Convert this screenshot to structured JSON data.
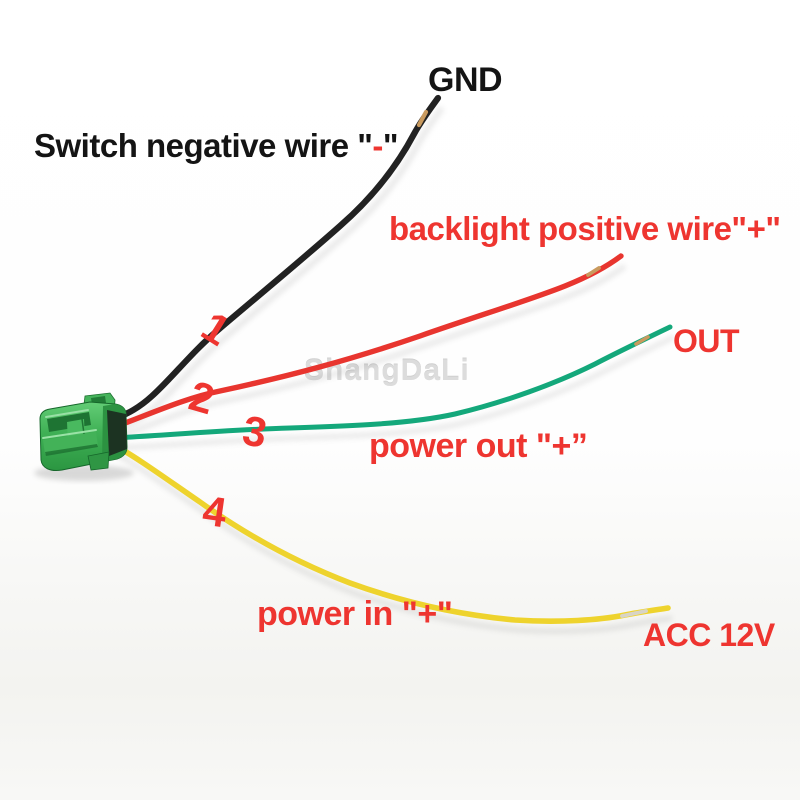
{
  "figure_type": "wiring-harness-annotated-photo",
  "labels": {
    "gnd": "GND",
    "switch_negative_prefix": "Switch negative wire \"",
    "switch_negative_dash": "-",
    "switch_negative_suffix": "\"",
    "backlight": "backlight positive wire\"+\"",
    "out": "OUT",
    "power_out": "power out \"+”",
    "power_in": "power in \"+\"",
    "acc": "ACC 12V"
  },
  "wires": [
    {
      "number": "1",
      "color_name": "black",
      "hex": "#222222",
      "label": "Switch negative wire \"-\"",
      "endpoint": "GND"
    },
    {
      "number": "2",
      "color_name": "red",
      "hex": "#e8352f",
      "label": "backlight positive wire\"+\"",
      "endpoint": ""
    },
    {
      "number": "3",
      "color_name": "green",
      "hex": "#14a87b",
      "label": "power out \"+”",
      "endpoint": "OUT"
    },
    {
      "number": "4",
      "color_name": "yellow",
      "hex": "#eed32d",
      "label": "power in \"+\"",
      "endpoint": "ACC 12V"
    }
  ],
  "watermark": "ShangDaLi",
  "connector": {
    "type": "3-pin-green-plug",
    "color": "green"
  },
  "colors": {
    "label_red": "#ee3530",
    "label_black": "#141414",
    "copper_tip": "#c99a5e",
    "stripped_tip_silver": "#d8d4c6",
    "connector_green": "#3cae52",
    "background": "#ffffff"
  }
}
